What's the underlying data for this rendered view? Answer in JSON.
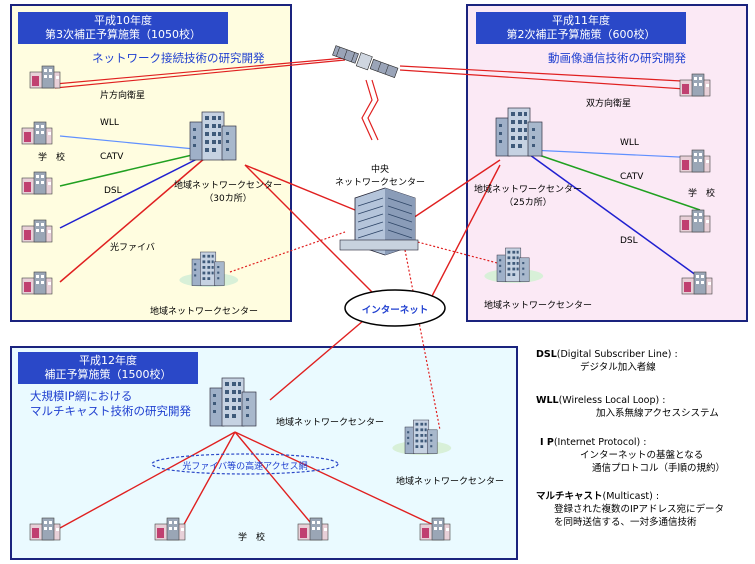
{
  "panels": {
    "p10": {
      "title_line1": "平成10年度",
      "title_line2": "第3次補正予算施策（1050校）",
      "subtitle": "ネットワーク接続技術の研究開発"
    },
    "p11": {
      "title_line1": "平成11年度",
      "title_line2": "第2次補正予算施策（600校）",
      "subtitle": "動画像通信技術の研究開発"
    },
    "p12": {
      "title_line1": "平成12年度",
      "title_line2": "補正予算施策（1500校）",
      "subtitle_line1": "大規模IP網における",
      "subtitle_line2": "マルチキャスト技術の研究開発"
    }
  },
  "labels": {
    "one_way_sat": "片方向衛星",
    "two_way_sat": "双方向衛星",
    "wll": "WLL",
    "catv": "CATV",
    "dsl": "DSL",
    "fiber": "光ファイバ",
    "school": "学　校",
    "rnc": "地域ネットワークセンター",
    "rnc_30": "（30カ所）",
    "rnc_25": "（25カ所）",
    "central_1": "中央",
    "central_2": "ネットワークセンター",
    "internet": "インターネット",
    "fiber_access": "光ファイバ等の高速アクセス網"
  },
  "legend": [
    {
      "term": "DSL",
      "desc": "(Digital Subscriber Line) :",
      "detail": "デジタル加入者線"
    },
    {
      "term": "WLL",
      "desc": "(Wireless Local Loop) :",
      "detail": "加入系無線アクセスシステム"
    },
    {
      "term": "I P",
      "desc": "(Internet Protocol) :",
      "detail": "インターネットの基盤となる",
      "detail2": "通信プロトコル（手順の規約）"
    },
    {
      "term": "マルチキャスト",
      "desc": "(Multicast) :",
      "detail": "登録された複数のIPアドレス宛にデータ",
      "detail2": "を同時送信する、一対多通信技術"
    }
  ],
  "colors": {
    "red": "#e02020",
    "green": "#20a020",
    "blue": "#2020d0",
    "wll": "#6090ff",
    "panel_border": "#1a237e",
    "title_bg": "#2a48c8"
  }
}
